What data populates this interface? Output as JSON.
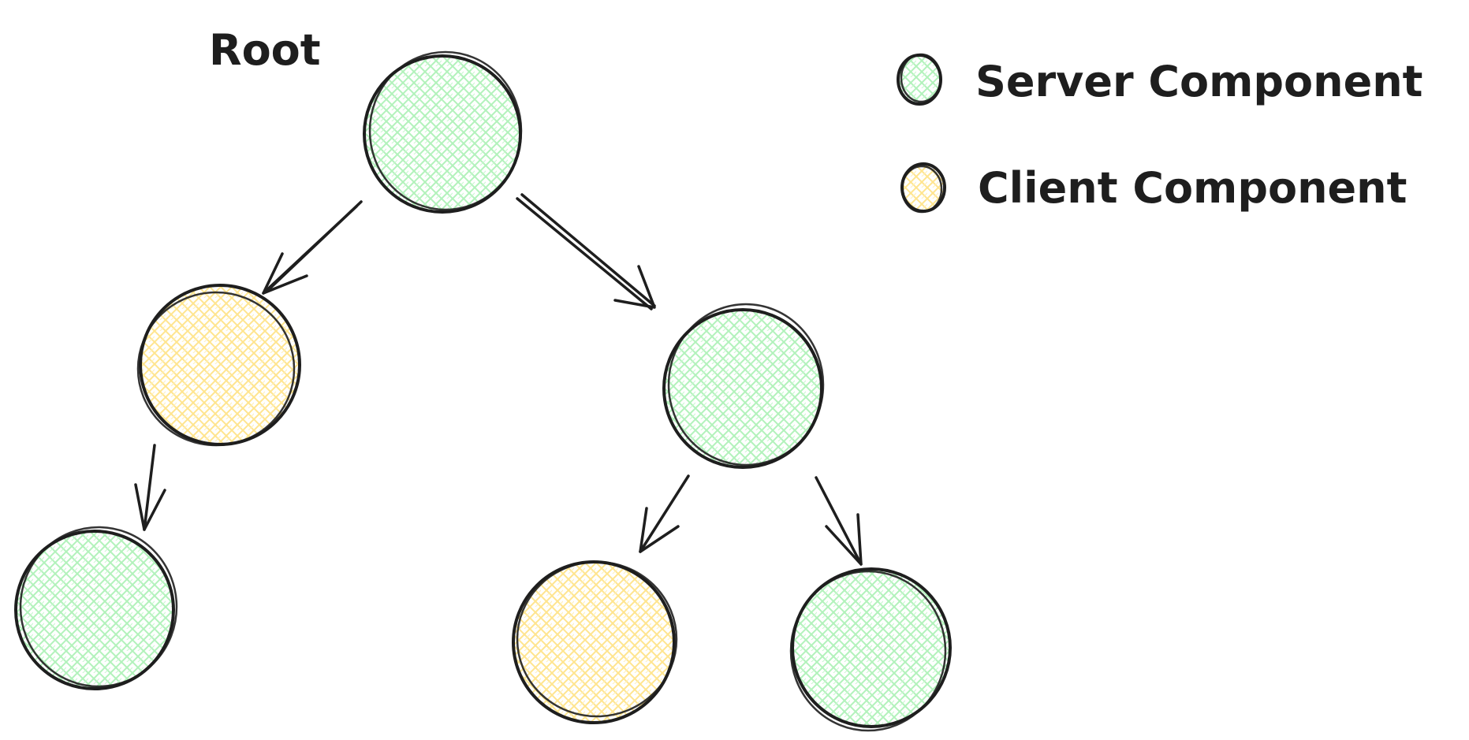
{
  "diagram": {
    "root_label": "Root",
    "legend": {
      "server": {
        "label": "Server Component",
        "color": "#b2f2bb"
      },
      "client": {
        "label": "Client Component",
        "color": "#ffec99"
      }
    },
    "stroke_color": "#1e1e1e",
    "nodes": [
      {
        "id": "root",
        "kind": "server"
      },
      {
        "id": "left-child",
        "kind": "client"
      },
      {
        "id": "right-child",
        "kind": "server"
      },
      {
        "id": "left-grandchild",
        "kind": "server"
      },
      {
        "id": "right-left-grandchild",
        "kind": "client"
      },
      {
        "id": "right-right-grandchild",
        "kind": "server"
      }
    ],
    "edges": [
      {
        "from": "root",
        "to": "left-child"
      },
      {
        "from": "root",
        "to": "right-child"
      },
      {
        "from": "left-child",
        "to": "left-grandchild"
      },
      {
        "from": "right-child",
        "to": "right-left-grandchild"
      },
      {
        "from": "right-child",
        "to": "right-right-grandchild"
      }
    ]
  }
}
